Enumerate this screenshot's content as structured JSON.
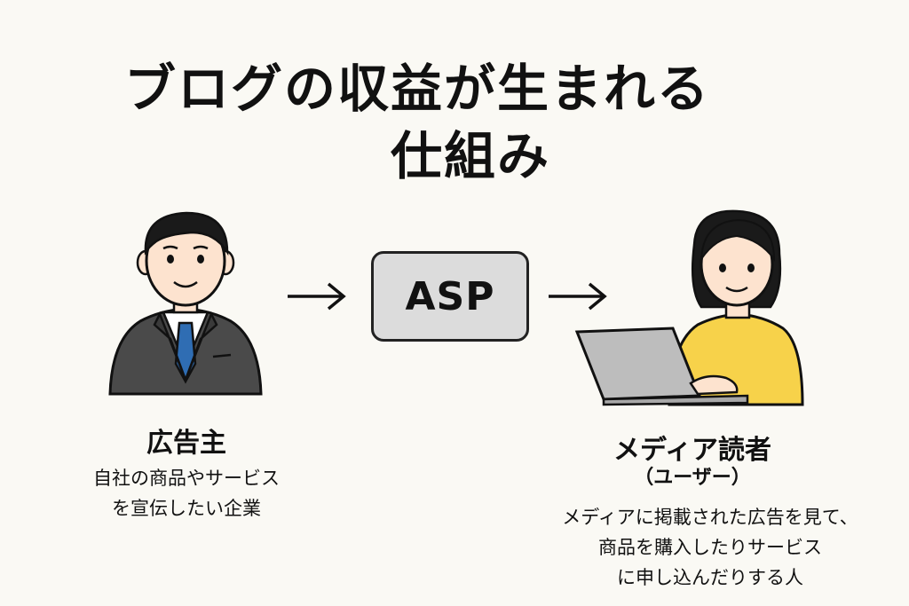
{
  "title": {
    "line1": "ブログの収益が生まれる",
    "line2": "仕組み"
  },
  "nodes": {
    "advertiser": {
      "label": "広告主",
      "desc_line1": "自社の商品やサービス",
      "desc_line2": "を宣伝したい企業"
    },
    "asp": {
      "label": "ASP"
    },
    "reader": {
      "label": "メディア読者",
      "sublabel": "（ユーザー）",
      "desc_line1": "メディアに掲載された広告を見て、",
      "desc_line2": "商品を購入したりサービス",
      "desc_line3": "に申し込んだりする人"
    }
  },
  "colors": {
    "background": "#faf9f4",
    "asp_box": "#dcdcdc",
    "suit": "#4a4a4a",
    "tie": "#2f6db3",
    "sweater": "#f7d24a",
    "laptop": "#bdbdbd"
  }
}
